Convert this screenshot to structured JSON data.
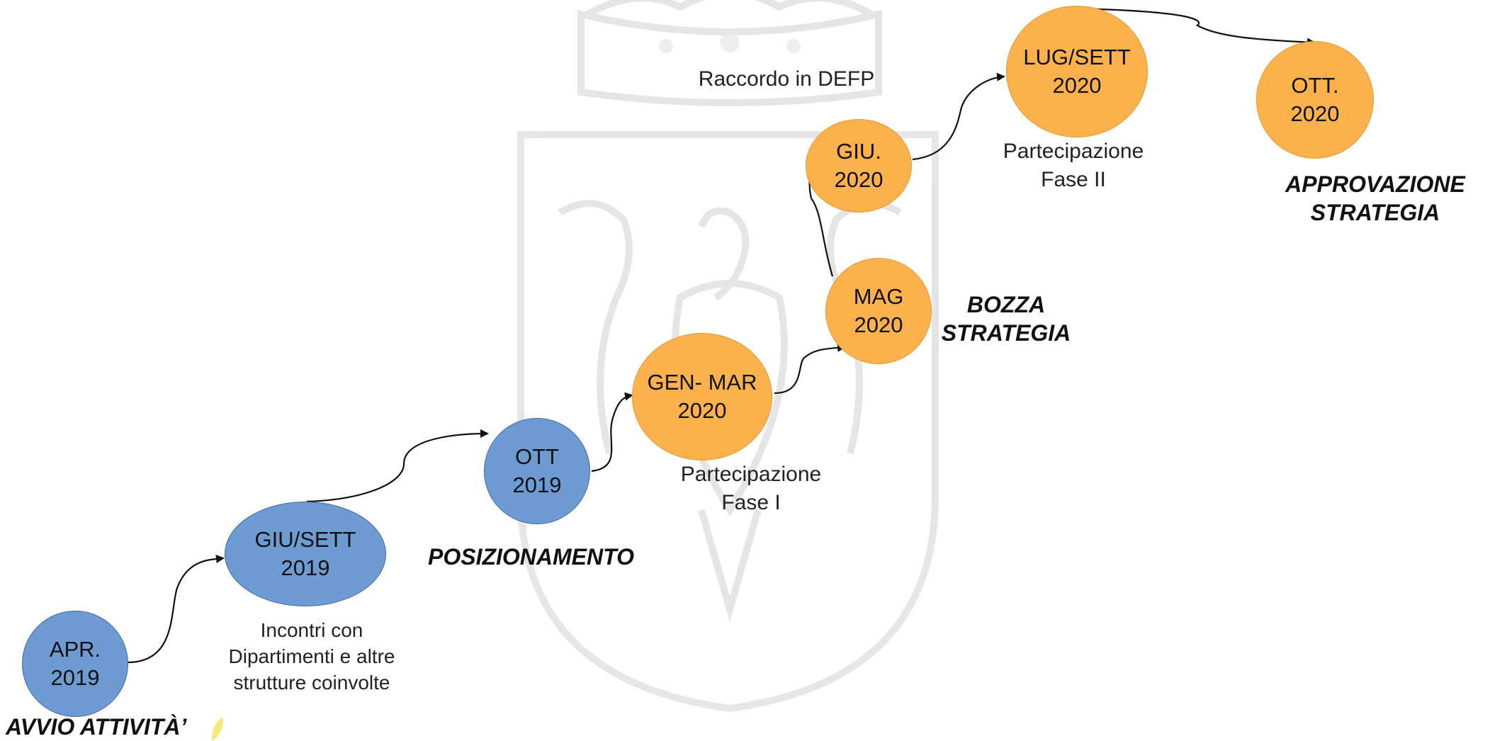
{
  "nodes": [
    {
      "id": "apr-2019",
      "line1": "APR.",
      "line2": "2019",
      "color": "#6e9bd2"
    },
    {
      "id": "giu-sett-2019",
      "line1": "GIU/SETT",
      "line2": "2019",
      "color": "#6e9bd2"
    },
    {
      "id": "ott-2019",
      "line1": "OTT",
      "line2": "2019",
      "color": "#6e9bd2"
    },
    {
      "id": "gen-mar-2020",
      "line1": "GEN- MAR",
      "line2": "2020",
      "color": "#fbb24c"
    },
    {
      "id": "mag-2020",
      "line1": "MAG",
      "line2": "2020",
      "color": "#fbb24c"
    },
    {
      "id": "giu-2020",
      "line1": "GIU.",
      "line2": "2020",
      "color": "#fbb24c"
    },
    {
      "id": "lug-sett-2020",
      "line1": "LUG/SETT",
      "line2": "2020",
      "color": "#fbb24c"
    },
    {
      "id": "ott-2020",
      "line1": "OTT.",
      "line2": "2020",
      "color": "#fbb24c"
    }
  ],
  "captions": {
    "incontri": [
      "Incontri con",
      "Dipartimenti e altre",
      "strutture coinvolte"
    ],
    "partecipazione_1": [
      "Partecipazione",
      "Fase I"
    ],
    "raccordo": "Raccordo in DEFP",
    "partecipazione_2": [
      "Partecipazione",
      "Fase II"
    ]
  },
  "milestones": {
    "avvio": "AVVIO ATTIVITÀ’",
    "posizionamento": "POSIZIONAMENTO",
    "bozza": [
      "BOZZA",
      "STRATEGIA"
    ],
    "approvazione": [
      "APPROVAZIONE",
      "STRATEGIA"
    ]
  },
  "edges": [
    {
      "from": "apr-2019",
      "to": "giu-sett-2019"
    },
    {
      "from": "giu-sett-2019",
      "to": "ott-2019"
    },
    {
      "from": "ott-2019",
      "to": "gen-mar-2020"
    },
    {
      "from": "gen-mar-2020",
      "to": "mag-2020"
    },
    {
      "from": "mag-2020",
      "to": "giu-2020"
    },
    {
      "from": "giu-2020",
      "to": "lug-sett-2020"
    },
    {
      "from": "lug-sett-2020",
      "to": "ott-2020"
    }
  ],
  "colors": {
    "phase_2019": "#6e9bd2",
    "phase_2020": "#fbb24c",
    "watermark": "#e6e6e6",
    "arrow": "#111111"
  }
}
